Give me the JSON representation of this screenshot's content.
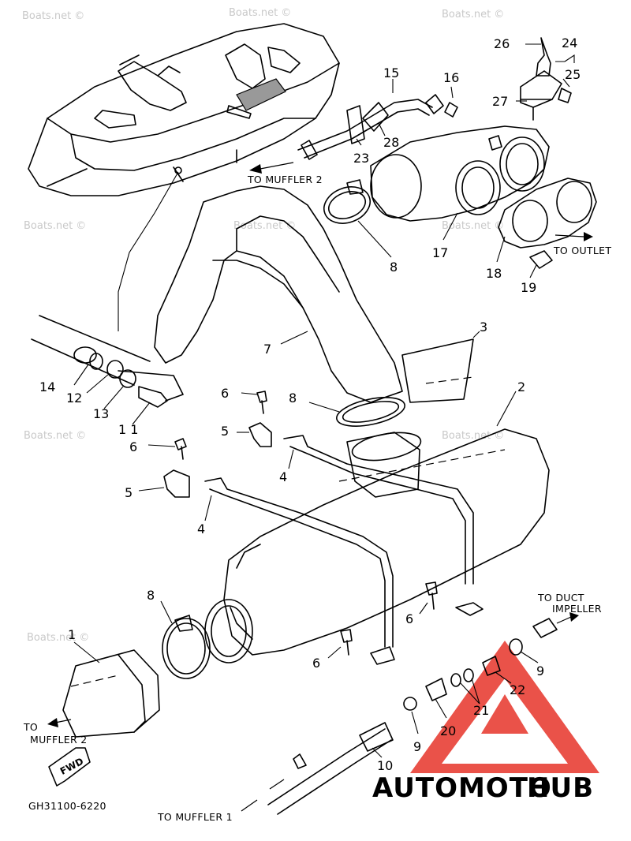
{
  "watermarks": [
    "Boats.net ©",
    "Boats.net ©",
    "Boats.net ©",
    "Boats.net ©",
    "Boats.net ©",
    "Boats.net ©",
    "Boats.net ©",
    "Boats.net ©",
    "Boats.net ©"
  ],
  "destinations": {
    "muffler2_top": "TO MUFFLER 2",
    "outlet": "TO OUTLET",
    "duct_line1": "TO DUCT",
    "duct_line2": "IMPELLER",
    "muffler2_bottom_line1": "TO",
    "muffler2_bottom_line2": "MUFFLER 2",
    "muffler1": "TO MUFFLER 1"
  },
  "fwd_label": "FWD",
  "diagram_code": "GH31100-6220",
  "brand": {
    "part1": "AUTOMOTO",
    "part2": "HUB",
    "color1": "#f4b183",
    "color2": "#a6a6a6",
    "logo_color": "#e7342a"
  },
  "callouts": [
    {
      "id": "c26",
      "text": "26"
    },
    {
      "id": "c24",
      "text": "24"
    },
    {
      "id": "c25",
      "text": "25"
    },
    {
      "id": "c27",
      "text": "27"
    },
    {
      "id": "c15",
      "text": "15"
    },
    {
      "id": "c16",
      "text": "16"
    },
    {
      "id": "c23",
      "text": "23"
    },
    {
      "id": "c28",
      "text": "28"
    },
    {
      "id": "c8a",
      "text": "8"
    },
    {
      "id": "c17",
      "text": "17"
    },
    {
      "id": "c18",
      "text": "18"
    },
    {
      "id": "c19",
      "text": "19"
    },
    {
      "id": "c7",
      "text": "7"
    },
    {
      "id": "c3",
      "text": "3"
    },
    {
      "id": "c14",
      "text": "14"
    },
    {
      "id": "c12",
      "text": "12"
    },
    {
      "id": "c13",
      "text": "13"
    },
    {
      "id": "c11",
      "text": "1 1"
    },
    {
      "id": "c6a",
      "text": "6"
    },
    {
      "id": "c8b",
      "text": "8"
    },
    {
      "id": "c2",
      "text": "2"
    },
    {
      "id": "c5a",
      "text": "5"
    },
    {
      "id": "c6b",
      "text": "6"
    },
    {
      "id": "c4a",
      "text": "4"
    },
    {
      "id": "c5b",
      "text": "5"
    },
    {
      "id": "c4b",
      "text": "4"
    },
    {
      "id": "c8c",
      "text": "8"
    },
    {
      "id": "c6c",
      "text": "6"
    },
    {
      "id": "c1",
      "text": "1"
    },
    {
      "id": "c6d",
      "text": "6"
    },
    {
      "id": "c9a",
      "text": "9"
    },
    {
      "id": "c22",
      "text": "22"
    },
    {
      "id": "c21",
      "text": "21"
    },
    {
      "id": "c20",
      "text": "20"
    },
    {
      "id": "c9b",
      "text": "9"
    },
    {
      "id": "c10",
      "text": "10"
    }
  ]
}
